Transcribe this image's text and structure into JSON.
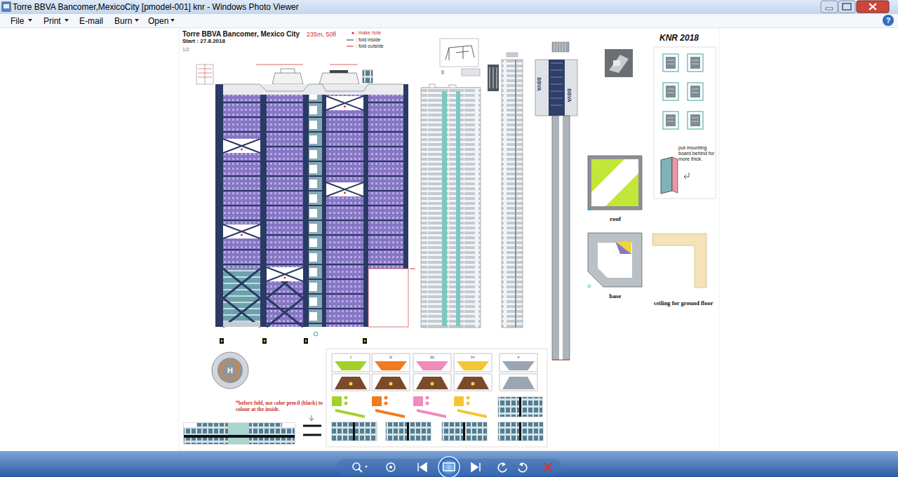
{
  "diagram": {
    "nodes": [
      {
        "text": [
          "Torre BBVA Bancomer,MexicoCity [pmodel-001] knr - Windows Photo Viewer"
        ]
      },
      {
        "text": [
          "roof"
        ]
      },
      {
        "text": [
          "base"
        ]
      },
      {
        "text": [
          "ceiling for ground floor"
        ]
      },
      {
        "text": [
          "H"
        ]
      },
      {
        "text": [
          "put mounting board behind for more thick."
        ]
      },
      {
        "text": [
          "i"
        ]
      },
      {
        "text": [
          "ii"
        ]
      },
      {
        "text": [
          "iii"
        ]
      },
      {
        "text": [
          "iv"
        ]
      },
      {
        "text": [
          "v"
        ]
      }
    ],
    "labels": [
      "File",
      "Print",
      "E-mail",
      "Burn",
      "Open",
      "?",
      "Torre BBVA Bancomer, Mexico City",
      "235m, 50fl",
      "Start : 27.8.2018",
      "1/2",
      "KNR 2018",
      "BBVA",
      "BBVA",
      "*before fold, use color pencil (black) to colour at the inside."
    ],
    "legend": [
      {
        "text": ": make hole"
      },
      {
        "text": ": fold inside"
      },
      {
        "text": ": fold outside"
      }
    ]
  }
}
